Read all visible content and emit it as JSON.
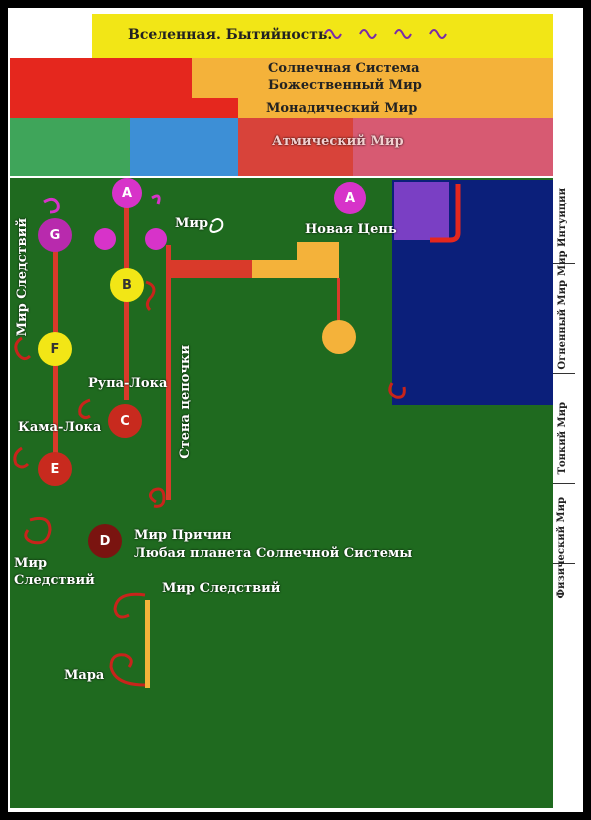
{
  "bands": {
    "universe": "Вселенная. Бытийность.",
    "solar_line1": "Солнечная Система",
    "solar_line2": "Божественный Мир",
    "monadic": "Монадический Мир",
    "atmic": "Атмический Мир"
  },
  "side_labels": {
    "intuition": "Мир Интуиции",
    "fiery": "Огненный Мир",
    "subtle": "Тонкий Мир",
    "physical": "Физический Мир"
  },
  "labels": {
    "mir_sledstviy_vertical": "Мир Следствий",
    "mir": "Мир",
    "novaya_tsep": "Новая Цепь",
    "rupa_loka": "Рупа-Лока",
    "kama_loka": "Кама-Лока",
    "stena_tsepochki": "Стена цепочки",
    "mir_prichin": "Мир Причин",
    "lyubaya_planeta": "Любая планета Солнечной Системы",
    "mir_sledstviy_left_1": "Мир",
    "mir_sledstviy_left_2": "Следствий",
    "mir_sledstviy_bottom": "Мир Следствий",
    "mara": "Мара"
  },
  "nodes": {
    "a_left": "A",
    "a_right": "A",
    "b": "B",
    "c": "C",
    "d": "D",
    "e": "E",
    "f": "F",
    "g": "G"
  },
  "colors": {
    "yellow": "#f2e616",
    "red": "#e5271e",
    "orange": "#f4b23a",
    "green_band": "#3fa55a",
    "blue_band": "#3d8fd6",
    "atmic_red": "#d8433a",
    "pink": "#d75a72",
    "field_green": "#1f6a1f",
    "navy": "#0b1f7a",
    "purple": "#7a3fc4",
    "magenta": "#d733c9",
    "stem_red": "#d93a2a"
  }
}
